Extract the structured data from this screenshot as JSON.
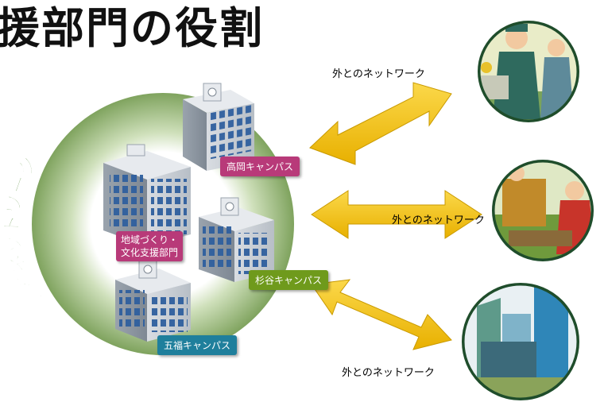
{
  "title": "援部門の役割",
  "ring_label": "学内ネットワーク",
  "campuses": {
    "takaoka": "高岡キャンパス",
    "sugitani": "杉谷キャンパス",
    "gofuku": "五福キャンパス"
  },
  "center": {
    "line1": "地域づくり・",
    "line2": "文化支援部門"
  },
  "networks": {
    "top": "外とのネットワーク",
    "middle": "外とのネットワーク",
    "bottom": "外とのネットワーク"
  },
  "colors": {
    "ring": "#8fb070",
    "arrow": "#f4c20d",
    "takaoka_tag": "#b83a79",
    "sugitani_tag": "#6f9a1c",
    "gofuku_tag": "#1f7f9c",
    "center_tag": "#b83a79",
    "ring_text": "#3d7a1c"
  },
  "icons": [
    "building-icon",
    "worker-icon",
    "farmer-icon",
    "city-icon"
  ]
}
